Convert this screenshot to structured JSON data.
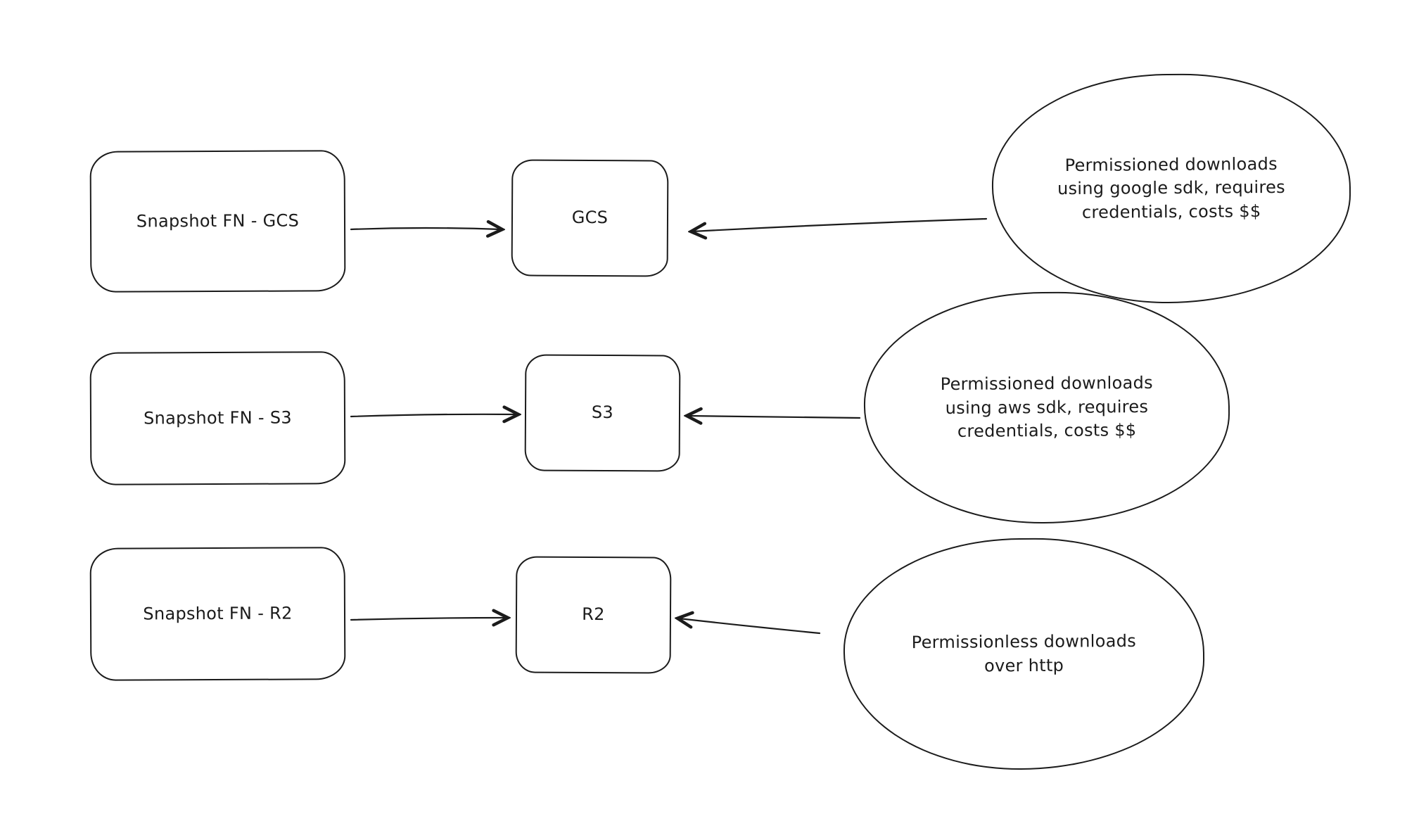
{
  "canvas": {
    "background": "#ffffff",
    "stroke_color": "#1b1b1b"
  },
  "rows": [
    {
      "source_label": "Snapshot FN - GCS",
      "bucket_label": "GCS",
      "note_label": "Permissioned downloads using google sdk, requires credentials, costs $$"
    },
    {
      "source_label": "Snapshot FN - S3",
      "bucket_label": "S3",
      "note_label": "Permissioned downloads using aws sdk, requires credentials, costs $$"
    },
    {
      "source_label": "Snapshot FN - R2",
      "bucket_label": "R2",
      "note_label": "Permissionless downloads over http"
    }
  ]
}
